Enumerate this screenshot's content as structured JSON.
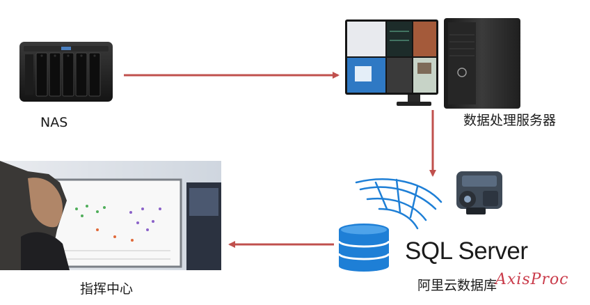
{
  "nodes": {
    "nas": {
      "label": "NAS"
    },
    "server": {
      "label": "数据处理服务器"
    },
    "database": {
      "label": "阿里云数据库",
      "product": "SQL Server"
    },
    "command_center": {
      "label": "指挥中心"
    }
  },
  "watermark": "AxisProc",
  "colors": {
    "arrow": "#c0504d",
    "db_blue": "#1e7fd6"
  },
  "icons": [
    "nas-device-icon",
    "monitor-wall-icon",
    "workstation-tower-icon",
    "sql-server-logo-icon",
    "database-cylinder-icon",
    "engine-icon",
    "command-center-photo"
  ]
}
